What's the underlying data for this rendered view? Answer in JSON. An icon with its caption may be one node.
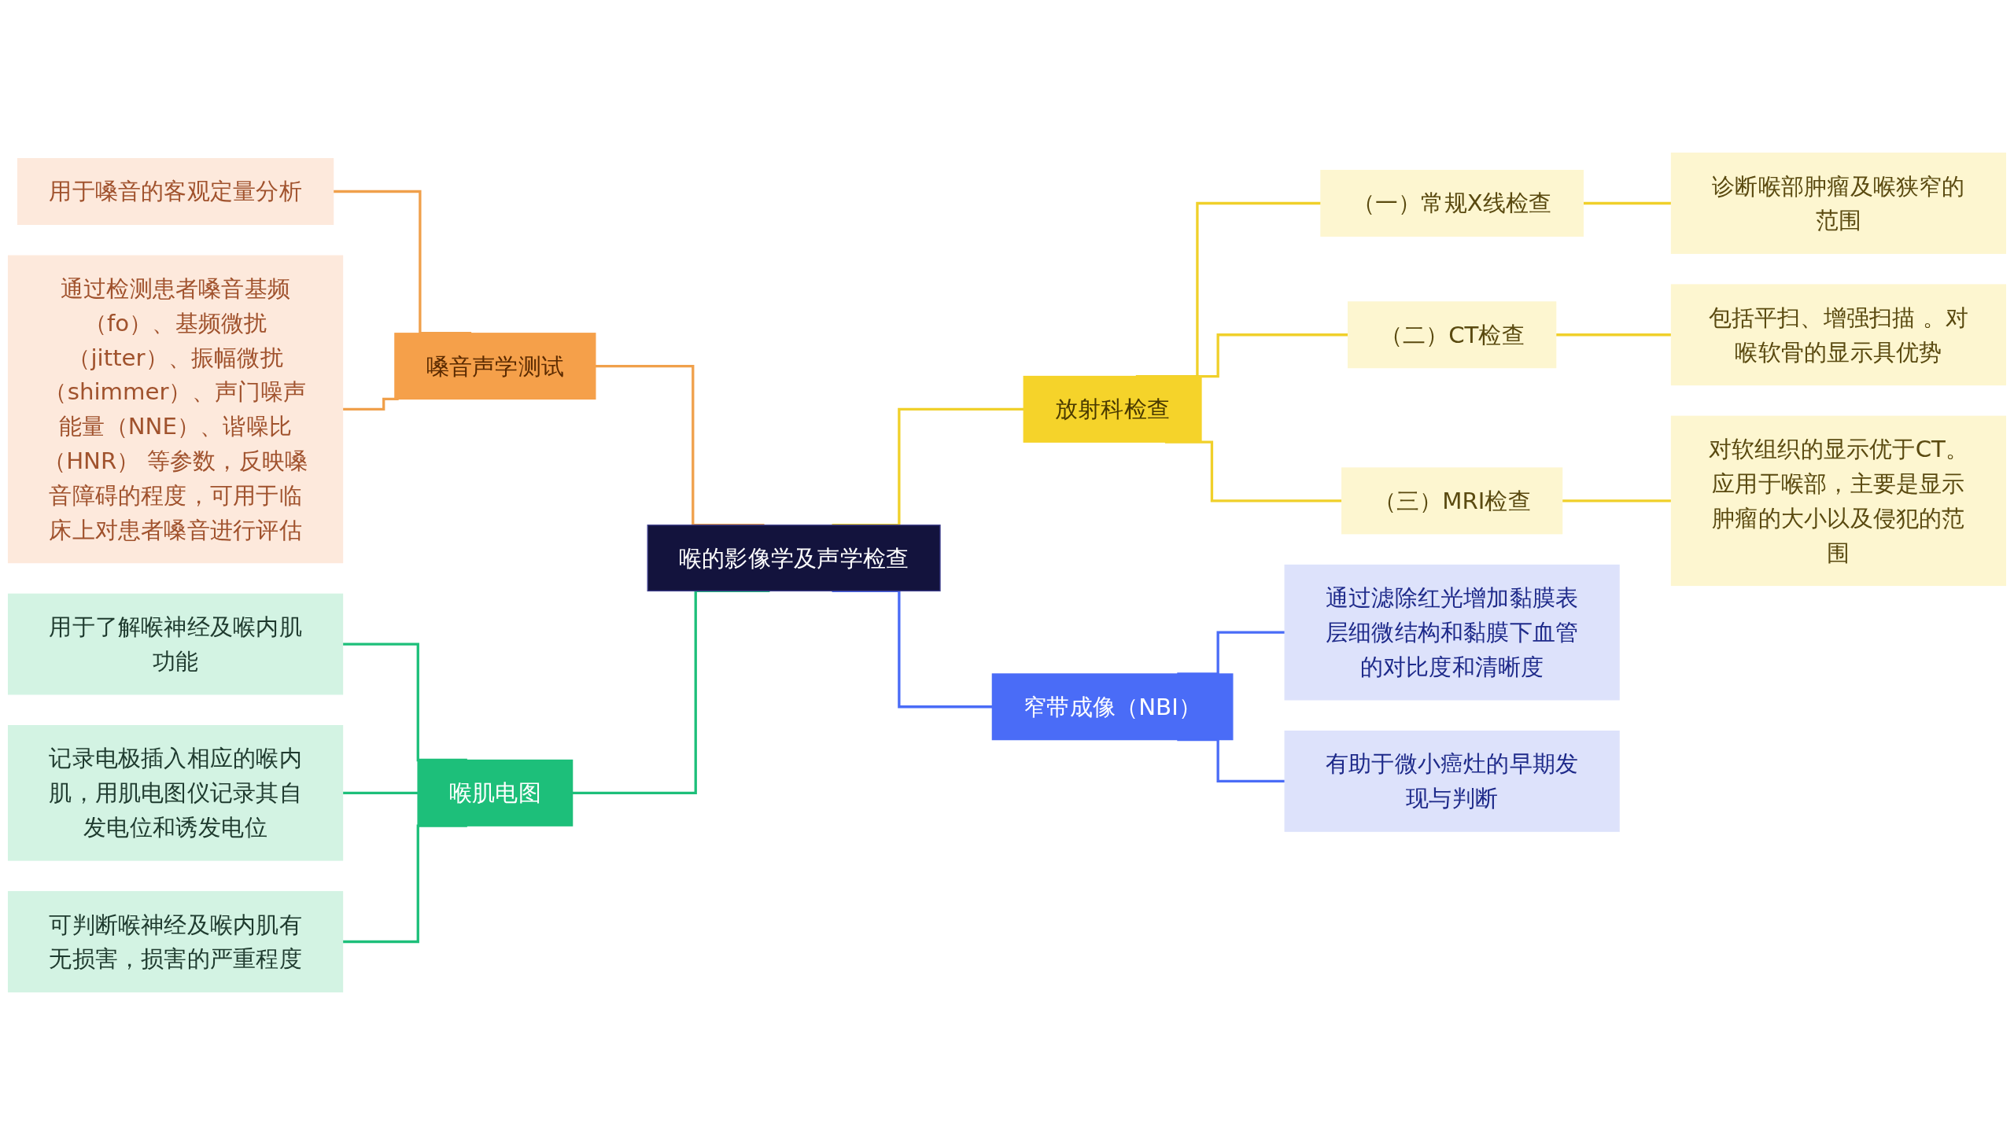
{
  "diagram": {
    "nodes": [
      {
        "text": [
          "用于嗓音的客观定量分析"
        ]
      },
      {
        "text": [
          "通过检测患者嗓音基频（fo）、基频微扰（jitter）、振幅微扰（shimmer）、声门噪声能量（NNE）、谐噪比（HNR） 等参数，反映嗓音障碍的程度，可用于临床上对患者嗓音进行评估"
        ]
      },
      {
        "text": [
          "嗓音声学测试"
        ]
      },
      {
        "text": [
          "用于了解喉神经及喉内肌功能"
        ]
      },
      {
        "text": [
          "记录电极插入相应的喉内肌，用肌电图仪记录其自发电位和诱发电位"
        ]
      },
      {
        "text": [
          "可判断喉神经及喉内肌有无损害，损害的严重程度"
        ]
      },
      {
        "text": [
          "喉肌电图"
        ]
      },
      {
        "text": [
          "喉的影像学及声学检查"
        ]
      },
      {
        "text": [
          "放射科检查"
        ]
      },
      {
        "text": [
          "（一）常规X线检查"
        ]
      },
      {
        "text": [
          "诊断喉部肿瘤及喉狭窄的范围"
        ]
      },
      {
        "text": [
          "（二）CT检查"
        ]
      },
      {
        "text": [
          "包括平扫、增强扫描 。对喉软骨的显示具优势"
        ]
      },
      {
        "text": [
          "（三）MRI检查"
        ]
      },
      {
        "text": [
          "对软组织的显示优于CT。应用于喉部，主要是显示肿瘤的大小以及侵犯的范围"
        ]
      },
      {
        "text": [
          "窄带成像（NBI）"
        ]
      },
      {
        "text": [
          "通过滤除红光增加黏膜表层细微结构和黏膜下血管的对比度和清晰度"
        ]
      },
      {
        "text": [
          "有助于微小癌灶的早期发现与判断"
        ]
      }
    ],
    "edges": [
      {
        "from": 7,
        "to": 2,
        "arrow": "none",
        "color": "#f0a04b"
      },
      {
        "from": 2,
        "to": 0,
        "arrow": "none",
        "color": "#f0a04b"
      },
      {
        "from": 2,
        "to": 1,
        "arrow": "none",
        "color": "#f0a04b"
      },
      {
        "from": 7,
        "to": 6,
        "arrow": "none",
        "color": "#1dbf7a"
      },
      {
        "from": 6,
        "to": 3,
        "arrow": "none",
        "color": "#1dbf7a"
      },
      {
        "from": 6,
        "to": 4,
        "arrow": "none",
        "color": "#1dbf7a"
      },
      {
        "from": 6,
        "to": 5,
        "arrow": "none",
        "color": "#1dbf7a"
      },
      {
        "from": 7,
        "to": 8,
        "arrow": "none",
        "color": "#f0d02a"
      },
      {
        "from": 8,
        "to": 9,
        "arrow": "none",
        "color": "#f0d02a"
      },
      {
        "from": 9,
        "to": 10,
        "arrow": "none",
        "color": "#f0d02a"
      },
      {
        "from": 8,
        "to": 11,
        "arrow": "none",
        "color": "#f0d02a"
      },
      {
        "from": 11,
        "to": 12,
        "arrow": "none",
        "color": "#f0d02a"
      },
      {
        "from": 8,
        "to": 13,
        "arrow": "none",
        "color": "#f0d02a"
      },
      {
        "from": 13,
        "to": 14,
        "arrow": "none",
        "color": "#f0d02a"
      },
      {
        "from": 7,
        "to": 15,
        "arrow": "none",
        "color": "#4a6cf7"
      },
      {
        "from": 15,
        "to": 16,
        "arrow": "none",
        "color": "#4a6cf7"
      },
      {
        "from": 15,
        "to": 17,
        "arrow": "none",
        "color": "#4a6cf7"
      }
    ]
  }
}
